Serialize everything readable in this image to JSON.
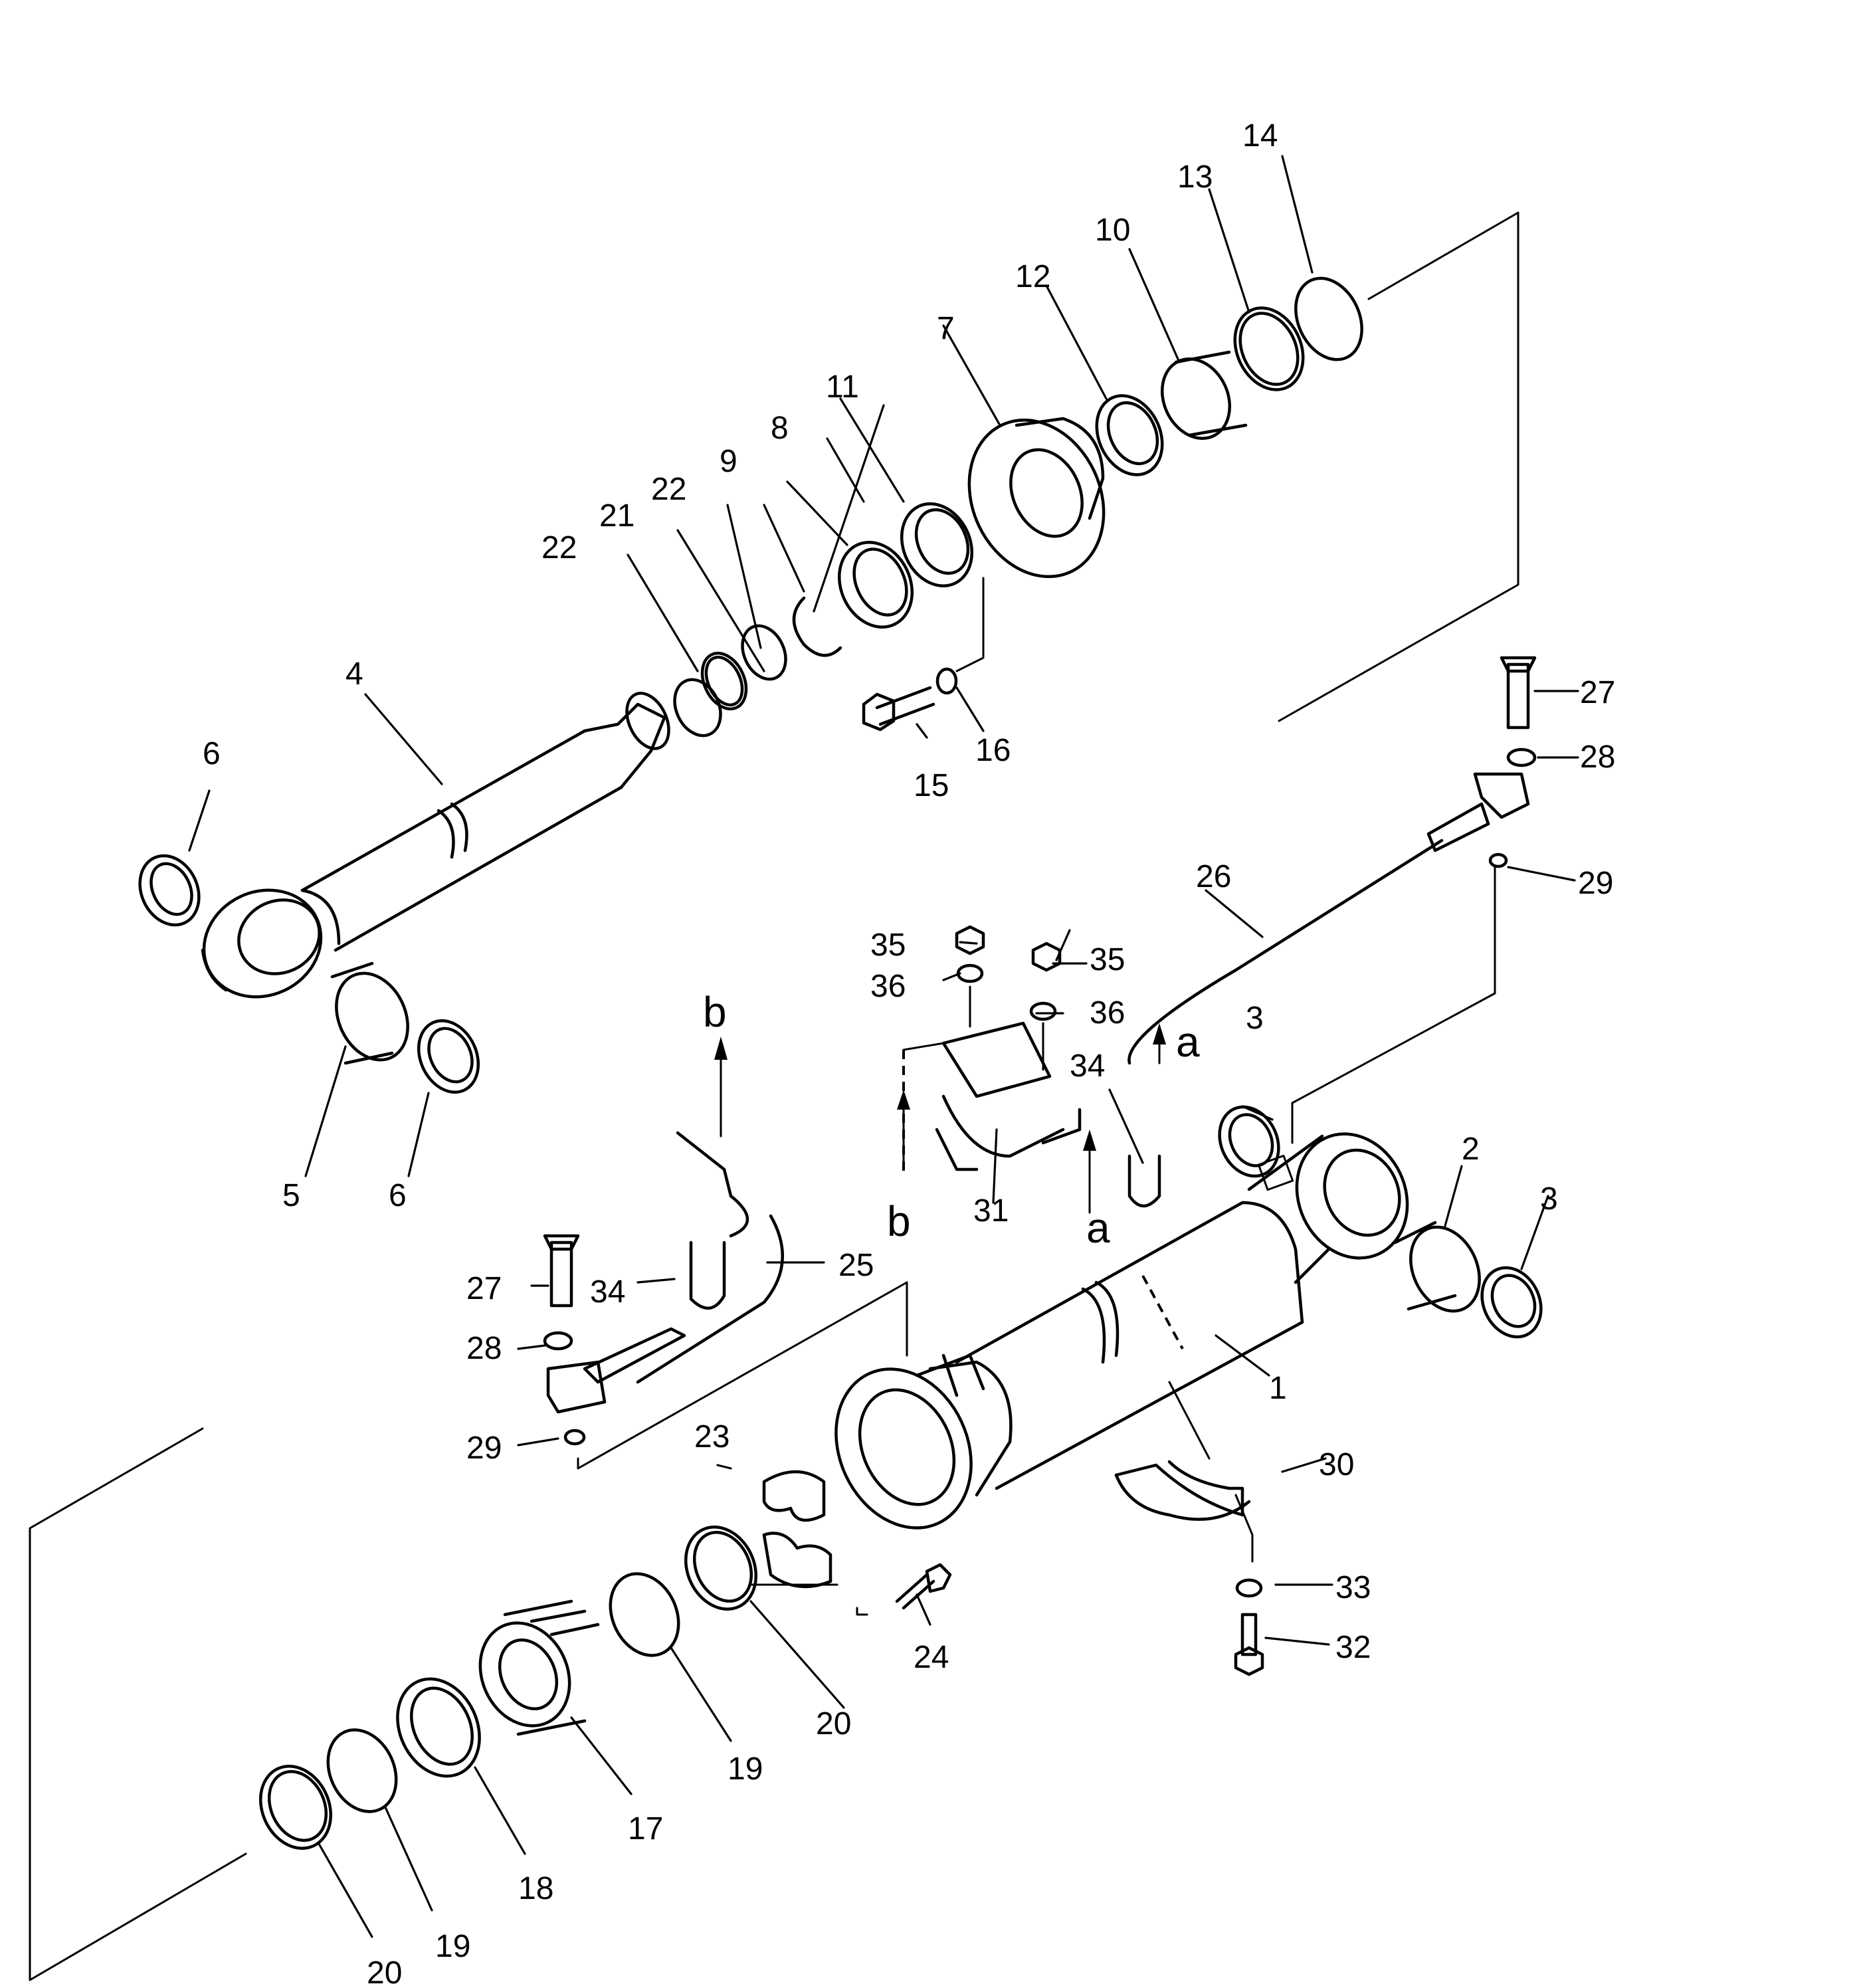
{
  "labels": {
    "n1": "1",
    "n2": "2",
    "n3a": "3",
    "n3b": "3",
    "n4": "4",
    "n5": "5",
    "n6a": "6",
    "n6b": "6",
    "n7": "7",
    "n8": "8",
    "n9": "9",
    "n10": "10",
    "n11": "11",
    "n12": "12",
    "n13": "13",
    "n14": "14",
    "n15": "15",
    "n16": "16",
    "n17": "17",
    "n18": "18",
    "n19a": "19",
    "n19b": "19",
    "n20a": "20",
    "n20b": "20",
    "n21": "21",
    "n22a": "22",
    "n22b": "22",
    "n23": "23",
    "n24": "24",
    "n25": "25",
    "n26": "26",
    "n27a": "27",
    "n27b": "27",
    "n28a": "28",
    "n28b": "28",
    "n29a": "29",
    "n29b": "29",
    "n30": "30",
    "n31": "31",
    "n32": "32",
    "n33": "33",
    "n34a": "34",
    "n34b": "34",
    "n35a": "35",
    "n35b": "35",
    "n36a": "36",
    "n36b": "36",
    "a1": "a",
    "a2": "a",
    "b1": "b",
    "b2": "b"
  }
}
